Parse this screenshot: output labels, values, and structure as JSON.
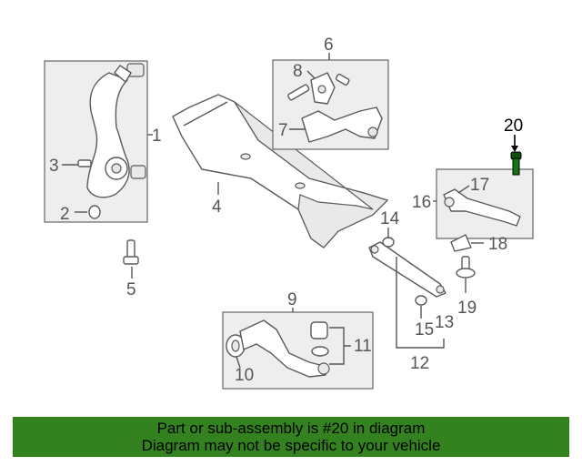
{
  "callouts": {
    "c1": "1",
    "c2": "2",
    "c3": "3",
    "c4": "4",
    "c5": "5",
    "c6": "6",
    "c7": "7",
    "c8": "8",
    "c9": "9",
    "c10": "10",
    "c11": "11",
    "c12": "12",
    "c13": "13",
    "c14": "14",
    "c15": "15",
    "c16": "16",
    "c17": "17",
    "c18": "18",
    "c19": "19",
    "c20": "20"
  },
  "highlight_part": "20",
  "banner": {
    "line1": "Part or sub-assembly is #20 in diagram",
    "line2": "Diagram may not be specific to your vehicle",
    "color": "#33821f"
  }
}
